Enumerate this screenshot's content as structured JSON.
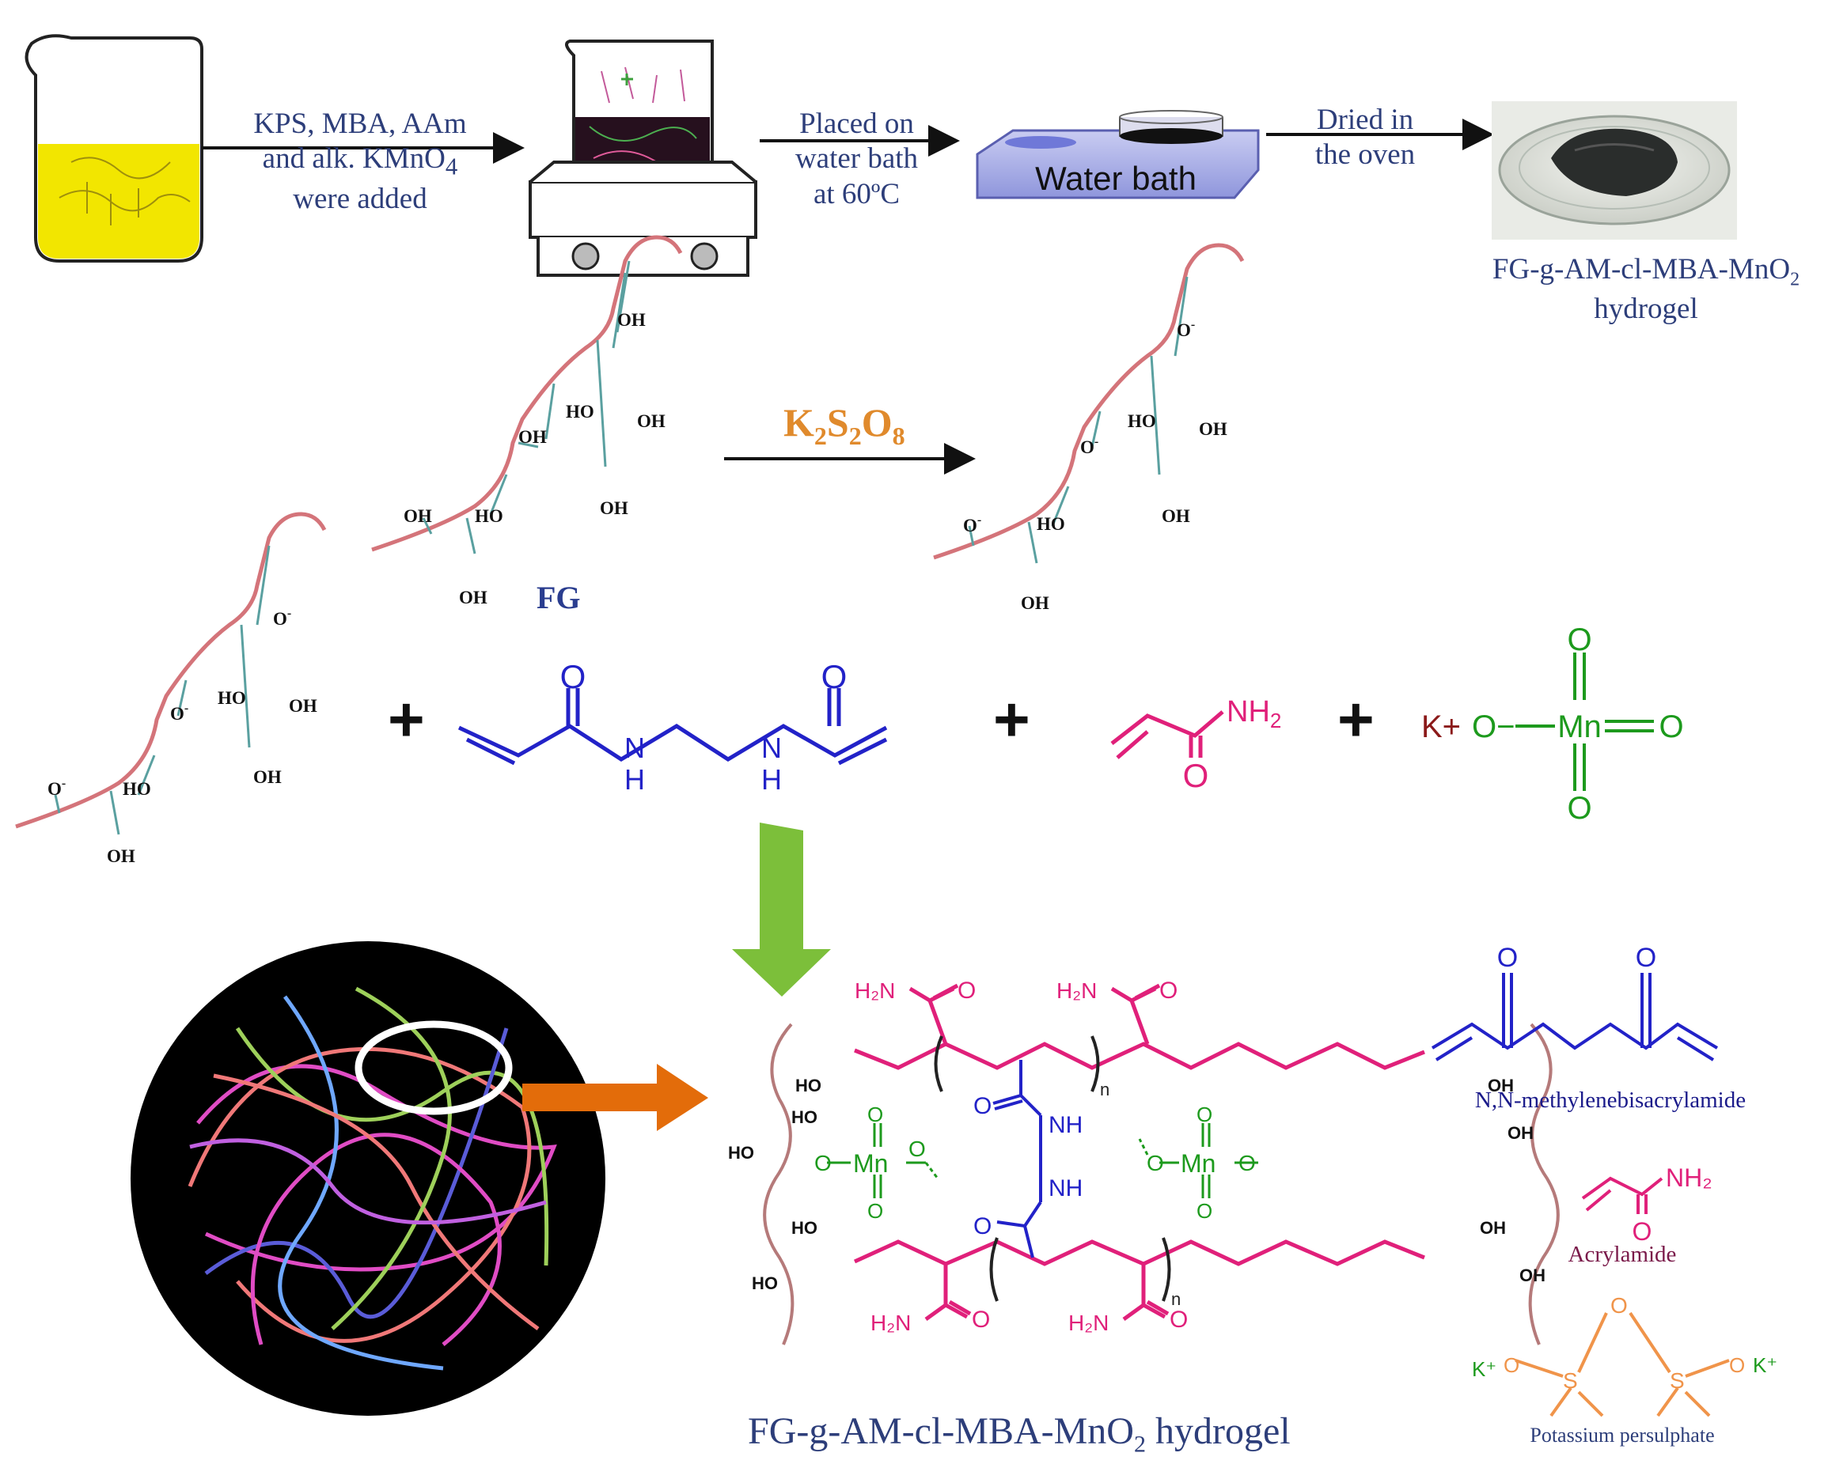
{
  "steps": [
    {
      "label": "KPS, MBA, AAm\nand alk. KMnO4\nwere added"
    },
    {
      "label": "Placed on\nwater bath\nat 60ºC"
    },
    {
      "label": "Dried in\nthe oven"
    }
  ],
  "water_bath_label": "Water bath",
  "hydrogel_photo_label": "FG-g-AM-cl-MBA-MnO2 hydrogel",
  "fg_label": "FG",
  "oxidant_label": "K2S2O8",
  "group_labels": {
    "oh": "OH",
    "ho": "HO",
    "o_minus": "O-"
  },
  "reagents": {
    "mba_nh": "H",
    "acrylamide_nh2": "NH2",
    "permanganate": {
      "k": "K+",
      "o_minus": "O−",
      "mn": "Mn",
      "o": "O"
    }
  },
  "product_label": "FG-g-AM-cl-MBA-MnO2 hydrogel",
  "legend": [
    {
      "name": "N,N-methylenebisacrylamide",
      "color": "#2222c8"
    },
    {
      "name": "Acrylamide",
      "color": "#e0207a"
    },
    {
      "name": "Potassium persulphate",
      "color": "#f0944a"
    }
  ],
  "colors": {
    "mba": "#2222c8",
    "aam": "#e0207a",
    "kmno4": "#1d9a1d",
    "kps": "#f0944a",
    "fg_chain": "#d4747a",
    "arrow_green": "#7cbf3a",
    "arrow_orange": "#e36c0a",
    "text_blue": "#2d3e7a"
  }
}
